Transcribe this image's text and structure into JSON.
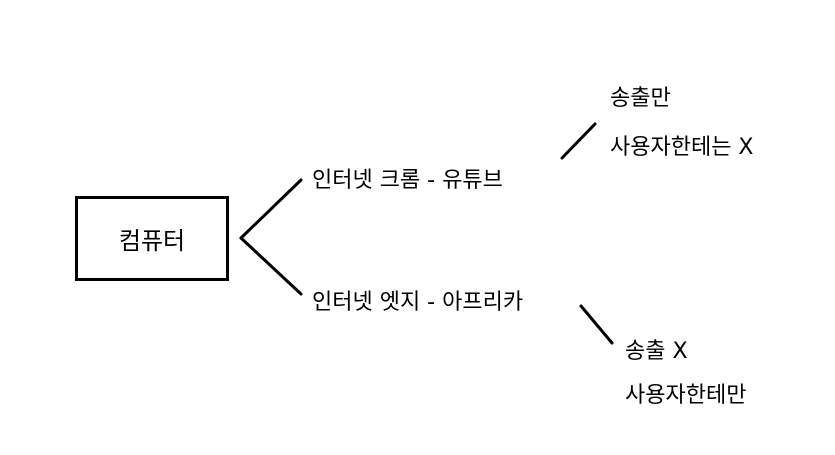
{
  "root": {
    "label": "컴퓨터"
  },
  "branches": [
    {
      "label": "인터넷 크롬 - 유튜브",
      "children": [
        "송출만",
        "사용자한테는 X"
      ]
    },
    {
      "label": "인터넷 엣지 - 아프리카",
      "children": [
        "송출 X",
        "사용자한테만"
      ]
    }
  ],
  "colors": {
    "stroke": "#000000",
    "background": "#ffffff"
  }
}
